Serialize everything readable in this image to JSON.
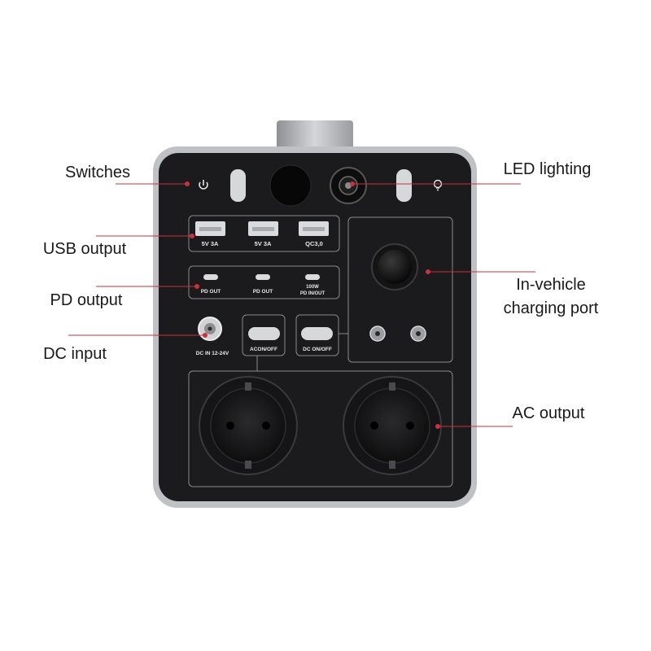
{
  "callouts": {
    "switches": "Switches",
    "led_lighting": "LED lighting",
    "usb_output": "USB output",
    "pd_output": "PD output",
    "dc_input": "DC input",
    "in_vehicle_line1": "In-vehicle",
    "in_vehicle_line2": "charging port",
    "ac_output": "AC output"
  },
  "panel_labels": {
    "usb_ports": [
      "5V 3A",
      "5V 3A",
      "QC3,0"
    ],
    "pd_ports": [
      "PD OUT",
      "PD OUT"
    ],
    "pd_inout_line1": "100W",
    "pd_inout_line2": "PD IN/OUT",
    "dc_in": "DC IN 12-24V",
    "ac_switch": "ACON/OFF",
    "dc_switch": "DC ON/OFF"
  },
  "icons": [
    "power-icon",
    "bulb-icon"
  ],
  "colors": {
    "callout_line": "#c8323c",
    "panel": "#1b1b1d",
    "frame": "#b9bbbe"
  }
}
